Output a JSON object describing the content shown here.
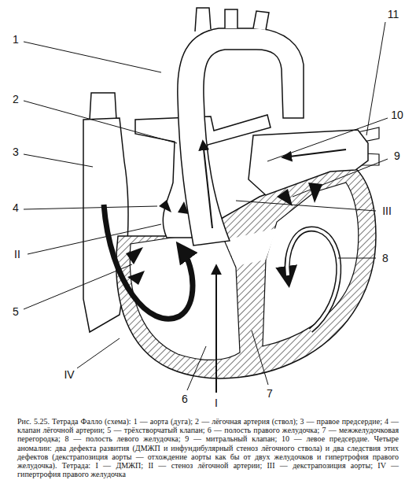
{
  "diagram": {
    "caption": "Рис. 5.25. Тетрада Фалло (схема): 1 — аорта (дуга); 2 — лёгочная артерия (ствол); 3 — правое предсердие; 4 — клапан лёгочной артерии; 5 — трёхстворчатый клапан; 6 — полость правого желудочка; 7 — межжелудочковая перегородка; 8 — полость левого желудочка; 9 — митральный клапан; 10 — левое предсердие. Четыре аномалии: два дефекта развития (ДМЖП и инфундибулярный стеноз лёгочного ствола) и два следствия этих дефектов (декстрапозиция аорты — отхождение аорты как бы от двух желудочков и гипертрофия правого желудочка). Тетрада: I — ДМЖП; II — стеноз лёгочной артерии; III — декстрапозиция аорты; IV — гипертрофия правого желудочка",
    "labels": [
      "1",
      "2",
      "11",
      "10",
      "3",
      "9",
      "4",
      "III",
      "II",
      "8",
      "5",
      "IV",
      "6",
      "I",
      "7"
    ]
  }
}
